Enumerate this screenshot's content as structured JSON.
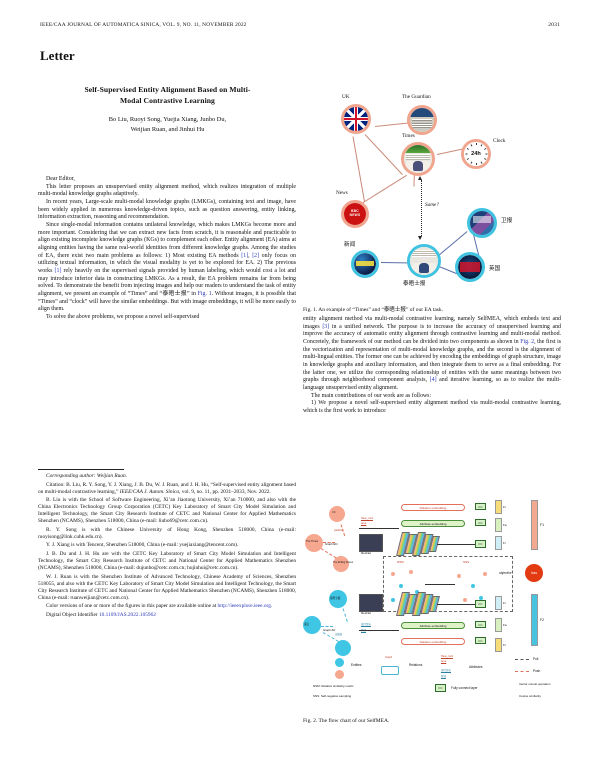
{
  "header": {
    "journal": "IEEE/CAA JOURNAL OF AUTOMATICA SINICA, VOL. 9, NO. 11, NOVEMBER 2022",
    "page_number": "2031",
    "section_label": "Letter"
  },
  "title": {
    "line1": "Self-Supervised Entity Alignment Based on Multi-",
    "line2": "Modal Contrastive Learning",
    "authors_line1": "Bo Liu, Ruoyi Song, Yuejia Xiang, Junbo Du,",
    "authors_line2": "Weijian Ruan, and Jinhui Hu"
  },
  "left_column": {
    "salutation": "Dear Editor,",
    "p1": "This letter proposes an unsupervised entity alignment method, which realizes integration of multiple multi-modal knowledge graphs adaptively.",
    "p2": "In recent years, Large-scale multi-modal knowledge graphs (LMKGs), containing text and image, have been widely applied in numerous knowledge-driven topics, such as question answering, entity linking, information extraction, reasoning and recommendation.",
    "p3_a": "Since single-modal information contains unilateral knowledge, which makes LMKGs become more and more important. Considering that we can extract new facts from scratch, it is reasonable and practicable to align existing incomplete knowledge graphs (KGs) to complement each other. Entity alignment (EA) aims at aligning entities having the same real-world identities from different knowledge graphs. Among the studies of EA, there exist two main problems as follows: 1) Most existing EA methods ",
    "p3_ref1": "[1]",
    "p3_b": ", ",
    "p3_ref2": "[2]",
    "p3_c": " only focus on utilizing textual information, in which the visual modality is yet to be explored for EA. 2) The previous works ",
    "p3_ref3": "[1]",
    "p3_d": " rely heavily on the supervised signals provided by human labeling, which would cost a lot and may introduce inferior data in constructing LMKGs. As a result, the EA problem remains far from being solved. To demonstrate the benefit from injecting images and help our readers to understand the task of entity alignment, we present an example of “Times” and “泰晤士报” in ",
    "p3_figref": "Fig. 1",
    "p3_e": ". Without images, it is possible that “Times” and “clock” will have the similar embeddings. But with image embeddings, it will be more easily to align them.",
    "p4": "To solve the above problems, we propose a novel self-supervised"
  },
  "footnotes": {
    "corresponding": "Corresponding author: Weijian Ruan.",
    "citation_a": "Citation: B. Liu, R. Y. Song, Y. J. Xiang, J. B. Du, W. J. Ruan, and J. H. Hu, “Self-supervised entity alignment based on multi-modal contrastive learning,” ",
    "citation_ital": "IEEE/CAA J. Autom. Sinica",
    "citation_b": ", vol. 9, no. 11, pp. 2031–2033, Nov. 2022.",
    "aff1": "B. Liu is with the School of Software Engineering, Xi’an Jiaotong University, Xi’an 710000, and also with the China Electronics Technology Group Corporation (CETC) Key Laboratory of Smart City Model Simulation and Intelligent Technology, the Smart City Research Institute of CETC and National Center for Applied Mathematics Shenzhen (NCAMS), Shenzhen 518000, China (e-mail: liubo69@cetc.com.cn).",
    "aff2": "R. Y. Song is with the Chinese University of Hong Kong, Shenzhen 518000, China (e-mail: ruoyisong@link.cuhk.edu.cn).",
    "aff3": "Y. J. Xiang is with Tencent, Shenzhen 518000, China (e-mail: yuejiaxiang@tencent.com).",
    "aff4": "J. B. Du and J. H. Hu are with the CETC Key Laboratory of Smart City Model Simulation and Intelligent Technology, the Smart City Research Institute of CETC and National Center for Applied Mathematics Shenzhen (NCAMS), Shenzhen 518000, China (e-mail: dujunbo@cetc.com.cn; hujinhui@cetc.com.cn).",
    "aff5": "W. J. Ruan is with the Shenzhen Institute of Advanced Technology, Chinese Academy of Sciences, Shenzhen 518055, and also with the CETC Key Laboratory of Smart City Model Simulation and Intelligent Technology, the Smart City Research Institute of CETC and National Center for Applied Mathematics Shenzhen (NCAMS), Shenzhen 518000, China (e-mail: ruanweijian@cetc.com.cn).",
    "color_a": "Color versions of one or more of the figures in this paper are available online at ",
    "color_url": "http://ieeexplore.ieee.org",
    "color_b": ".",
    "doi_label": "Digital Object Identifier ",
    "doi_value": "10.1109/JAS.2022.105962"
  },
  "right_column": {
    "p1_a": "entity alignment method via multi-modal contrastive learning, namely SelfMEA, which embeds text and images ",
    "p1_ref": "[3]",
    "p1_b": " in a unified network. The purpose is to increase the accuracy of unsupervised learning and improve the accuracy of automatic entity alignment through contrastive learning and multi-modal method. Concretely, the framework of our method can be divided into two components as shown in ",
    "p1_figref": "Fig. 2",
    "p1_c": ", the first is the vectorization and representation of multi-modal knowledge graphs, and the second is the alignment of multi-lingual entities. The former one can be achieved by encoding the embeddings of graph structure, image in knowledge graphs and auxiliary information, and then integrate them to serve as a final embedding. For the latter one, we utilize the corresponding relationship of entities with the same meanings between two graphs through neighborhood component analysis, ",
    "p1_ref2": "[4]",
    "p1_d": " and iterative learning, so as to realize the multi-language unsupervised entity alignment.",
    "p2": "The main contributions of our work are as follows:",
    "p3": "1) We propose a novel self-supervised entity alignment method via multi-modal contrastive learning, which is the first work to introduce"
  },
  "figure1": {
    "caption_a": "Fig. 1. An example of “Times” and “",
    "caption_cjk": "泰晤士报",
    "caption_b": "” of our EA task.",
    "nodes": [
      {
        "id": "uk",
        "label": "UK",
        "lang": "en"
      },
      {
        "id": "guardian",
        "label": "The Guardian",
        "lang": "en"
      },
      {
        "id": "times",
        "label": "Times",
        "lang": "en"
      },
      {
        "id": "clock",
        "label": "Clock",
        "lang": "en"
      },
      {
        "id": "clock_value",
        "label": "24h",
        "lang": "en"
      },
      {
        "id": "news",
        "label": "News",
        "lang": "en"
      },
      {
        "id": "bbc_logo",
        "label": "BBC NEWS",
        "lang": "en"
      },
      {
        "id": "weibao",
        "label": "卫报",
        "lang": "cjk"
      },
      {
        "id": "xinwen",
        "label": "新闻",
        "lang": "cjk"
      },
      {
        "id": "taiwushibao",
        "label": "泰晤士报",
        "lang": "cjk"
      },
      {
        "id": "yingguo",
        "label": "英国",
        "lang": "cjk"
      }
    ],
    "link_question": "Same?"
  },
  "figure2": {
    "caption": "Fig. 2. The flow chart of our SelfMEA.",
    "graph_labels": {
      "graph_en": "Graph EN",
      "graph_zh": "Graph ZH",
      "uk": "UK",
      "the_times": "The Times",
      "the_rolling_stones": "The Rolling Stones",
      "rel_en": "publisher",
      "rel_zh": "出版商",
      "zh_entity1": "泰晤士报",
      "zh_entity2": "滚石"
    },
    "pipeline": {
      "relation_embedding": "Relation embedding",
      "attribute_embedding": "Attribute embedding",
      "fc": "FC",
      "resnet": "ResNet",
      "attr_en_1": "Have_rock",
      "attr_en_2": "Area",
      "attr_zh_1": "流行音乐",
      "attr_zh_2": "区域",
      "f_a": "Fa",
      "f_r": "Fr",
      "f_i": "Fi",
      "f_en": "F1",
      "f_zh": "F2",
      "rsm": "RSM",
      "sns": "SNS",
      "loss": "loss",
      "objective": "objective"
    },
    "legend": {
      "entities": "Entities",
      "relations": "Relations",
      "attributes": "Attributes",
      "pull": "Pull",
      "push": "Push",
      "rsm_full": "RSM: Relative similarity metric",
      "sns_full": "SNS: Self-negative sampling",
      "fc_full": "Fully connect layer",
      "vector_concat": "Vector concat operation",
      "cosine_similarity": "Cosine similarity",
      "graph_label": "Graph"
    }
  },
  "colors": {
    "link": "#2b39b7",
    "ring_red": "#f0a58e",
    "ring_cyan": "#3fc3e0",
    "node_red": "#f6a78f",
    "node_cyan": "#3fc6e4",
    "loss_red": "#e23b12",
    "pill_green": "#dff3c9"
  }
}
